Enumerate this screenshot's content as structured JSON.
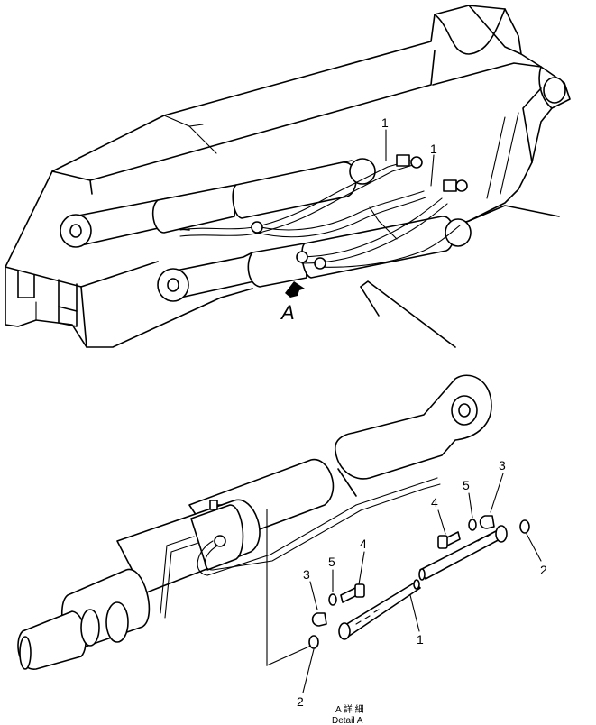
{
  "view_label": "A",
  "callouts": {
    "top_hose_left": "1",
    "top_hose_right": "1",
    "hose": "1",
    "washer_left": "2",
    "washer_right": "2",
    "clamp_left": "3",
    "clamp_right": "3",
    "bolt_left": "4",
    "bolt_right": "4",
    "lockwasher_left": "5",
    "lockwasher_right": "5"
  },
  "caption": {
    "line1": "A 詳 細",
    "line2": "Detail A"
  }
}
